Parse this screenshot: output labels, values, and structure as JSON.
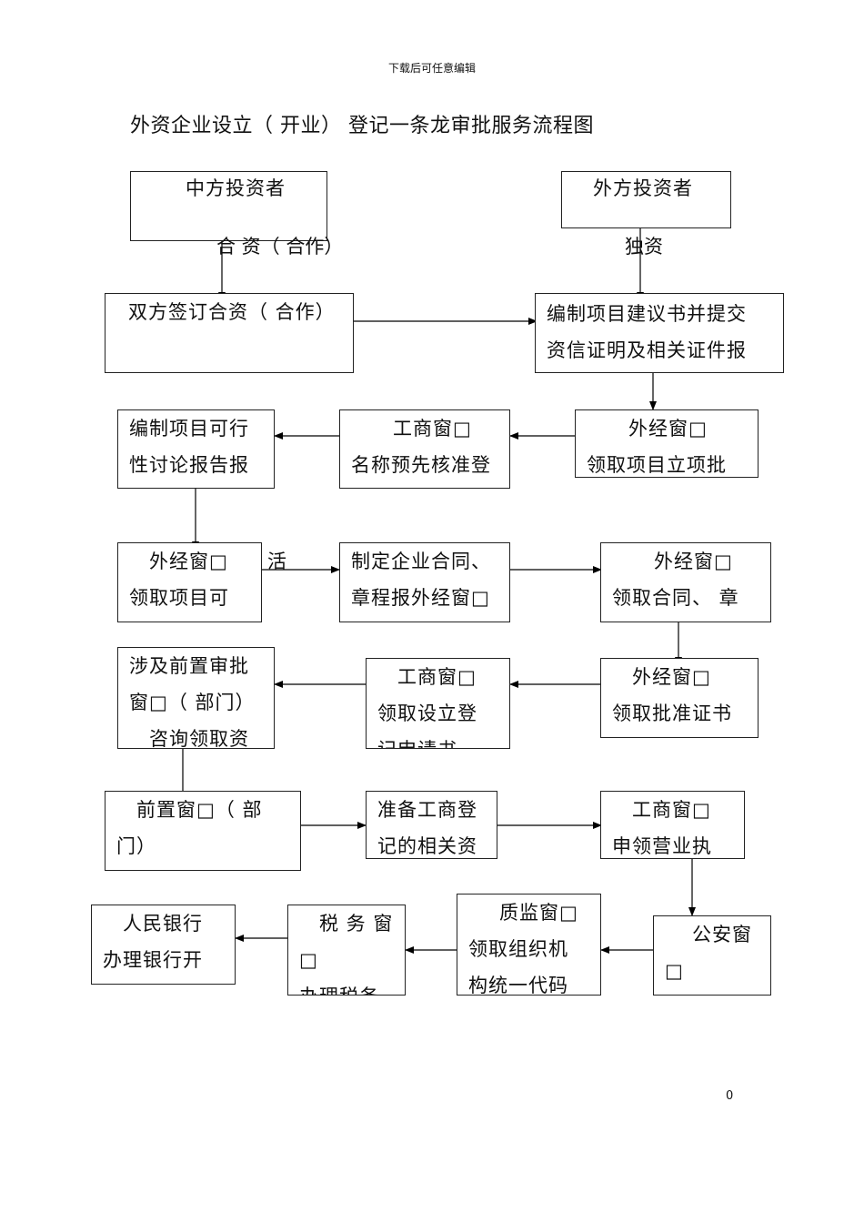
{
  "header_note": "下载后可任意编辑",
  "title": "外资企业设立（ 开业） 登记一条龙审批服务流程图",
  "page_number": "0",
  "labels": {
    "hezi": "合 资（ 合作）",
    "duzi": "独资",
    "huo": "活"
  },
  "boxes": {
    "zhongfang": [
      "中方投资者"
    ],
    "waifang": [
      "外方投资者"
    ],
    "shuangfang": [
      "",
      "双方签订合资（ 合作）"
    ],
    "bianzhi_jianyi": [
      "编制项目建议书并提交",
      "资信证明及相关证件报"
    ],
    "waijing_lixiang": [
      "外经窗□",
      "领取项目立项批"
    ],
    "gongshang_mingcheng": [
      "工商窗□",
      "名称预先核准登"
    ],
    "bianzhi_kexing": [
      "编制项目可行",
      "性讨论报告报"
    ],
    "waijing_kexing": [
      "外经窗□",
      "领取项目可"
    ],
    "zhiding_hetong": [
      "制定企业合同、",
      "章程报外经窗□"
    ],
    "waijing_hetong": [
      "外经窗□",
      "领取合同、 章"
    ],
    "waijing_pizhun": [
      "外经窗□",
      "领取批准证书"
    ],
    "gongshang_sheli": [
      "工商窗□",
      "领取设立登",
      "记申请书"
    ],
    "qianzhi_shenpi": [
      "涉及前置审批",
      "窗□（ 部门）",
      "咨询领取资"
    ],
    "qianzhi_chuangkou": [
      "前置窗□（ 部",
      "门）"
    ],
    "zhunbei_gongshang": [
      "准备工商登",
      "记的相关资"
    ],
    "gongshang_yingye": [
      "工商窗□",
      "申领营业执"
    ],
    "gongan": [
      "公安窗",
      "□"
    ],
    "zhijian": [
      "质监窗□",
      "领取组织机",
      "构统一代码"
    ],
    "shuiwu": [
      "税 务 窗",
      "□",
      "办理税务"
    ],
    "renmin_yinhang": [
      "人民银行",
      "办理银行开"
    ]
  }
}
